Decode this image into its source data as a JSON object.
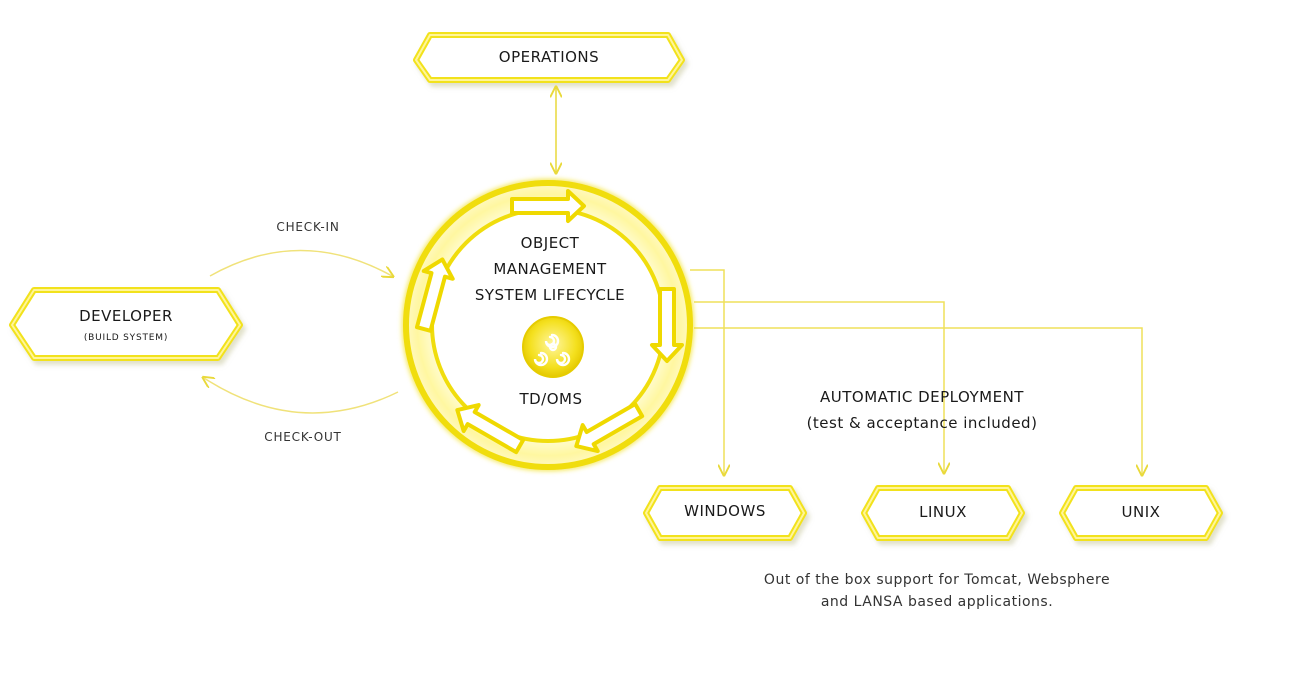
{
  "nodes": {
    "operations": {
      "title": "OPERATIONS"
    },
    "developer": {
      "title": "DEVELOPER",
      "subtitle": "(BUILD SYSTEM)"
    },
    "windows": {
      "title": "WINDOWS"
    },
    "linux": {
      "title": "LINUX"
    },
    "unix": {
      "title": "UNIX"
    }
  },
  "flows": {
    "check_in": "CHECK-IN",
    "check_out": "CHECK-OUT"
  },
  "center": {
    "line1": "OBJECT",
    "line2": "MANAGEMENT",
    "line3": "SYSTEM LIFECYCLE",
    "brand": "TD/OMS",
    "logo_icon": "triskele-spiral-icon"
  },
  "deployment": {
    "line1": "AUTOMATIC DEPLOYMENT",
    "line2": "(test & acceptance included)"
  },
  "note": {
    "line1": "Out of the box support for Tomcat, Websphere",
    "line2": "and LANSA based applications."
  },
  "colors": {
    "accent": "#f2e21a",
    "accent_stroke": "#e8d400",
    "line": "#efe05a",
    "text": "#1a1a1a"
  }
}
